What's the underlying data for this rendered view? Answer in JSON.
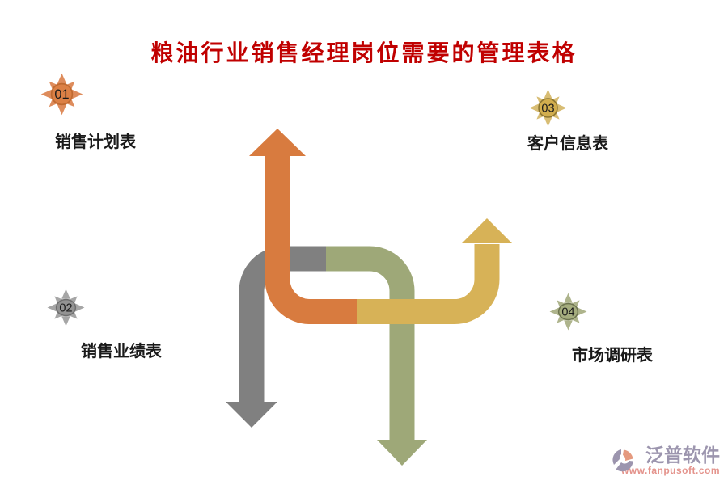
{
  "title": "粮油行业销售经理岗位需要的管理表格",
  "items": [
    {
      "number": "01",
      "label": "销售计划表"
    },
    {
      "number": "02",
      "label": "销售业绩表"
    },
    {
      "number": "03",
      "label": "客户信息表"
    },
    {
      "number": "04",
      "label": "市场调研表"
    }
  ],
  "watermark": {
    "brand": "泛普软件",
    "url": "www.fanpusoft.com"
  },
  "colors": {
    "title-red": "#c00000",
    "text-black": "#1a1a1a",
    "arrow-orange": "#d87b3f",
    "arrow-gray": "#808080",
    "arrow-olive": "#9ea878",
    "arrow-gold": "#d7b257",
    "badge1-ray": "#de8c5c",
    "badge1-fill": "#dc8045",
    "badge1-ring": "#bf6a31",
    "badge2-ray": "#a6a6a6",
    "badge2-fill": "#939393",
    "badge2-ring": "#6f6f6f",
    "badge3-ray": "#d8bd74",
    "badge3-fill": "#d2ae4e",
    "badge3-ring": "#8a7430",
    "badge4-ray": "#aeb48c",
    "badge4-fill": "#a5ad7e",
    "badge4-ring": "#6d744f",
    "logo-purple": "#9c95ae",
    "logo-url-red": "#e4938c",
    "logo-icon-salmon": "#e59a7f"
  }
}
